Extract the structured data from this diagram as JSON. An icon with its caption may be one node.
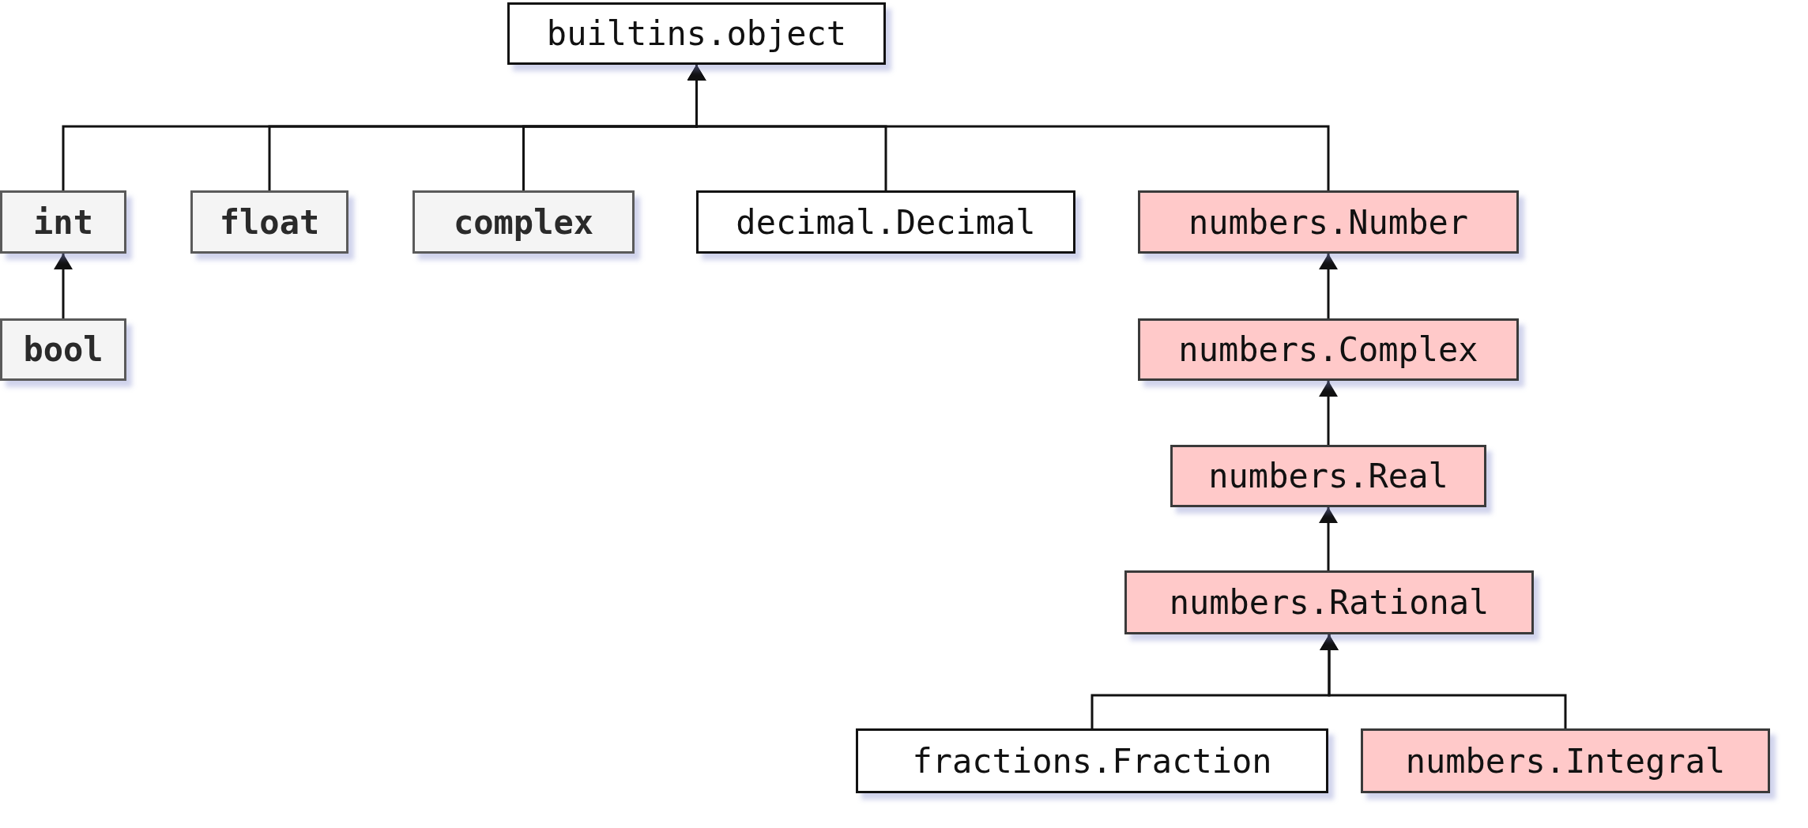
{
  "diagram": {
    "nodes": [
      {
        "text": [
          "builtins.object"
        ]
      },
      {
        "text": [
          "int"
        ]
      },
      {
        "text": [
          "float"
        ]
      },
      {
        "text": [
          "complex"
        ]
      },
      {
        "text": [
          "decimal.Decimal"
        ]
      },
      {
        "text": [
          "numbers.Number"
        ]
      },
      {
        "text": [
          "bool"
        ]
      },
      {
        "text": [
          "numbers.Complex"
        ]
      },
      {
        "text": [
          "numbers.Real"
        ]
      },
      {
        "text": [
          "numbers.Rational"
        ]
      },
      {
        "text": [
          "fractions.Fraction"
        ]
      },
      {
        "text": [
          "numbers.Integral"
        ]
      }
    ],
    "edges": [
      {
        "from": 1,
        "to": 0,
        "arrow": "to"
      },
      {
        "from": 2,
        "to": 0,
        "arrow": "to"
      },
      {
        "from": 3,
        "to": 0,
        "arrow": "to"
      },
      {
        "from": 4,
        "to": 0,
        "arrow": "to"
      },
      {
        "from": 5,
        "to": 0,
        "arrow": "to"
      },
      {
        "from": 6,
        "to": 1,
        "arrow": "to"
      },
      {
        "from": 7,
        "to": 5,
        "arrow": "to"
      },
      {
        "from": 8,
        "to": 7,
        "arrow": "to"
      },
      {
        "from": 9,
        "to": 8,
        "arrow": "to"
      },
      {
        "from": 10,
        "to": 9,
        "arrow": "to"
      },
      {
        "from": 11,
        "to": 9,
        "arrow": "to"
      }
    ]
  }
}
